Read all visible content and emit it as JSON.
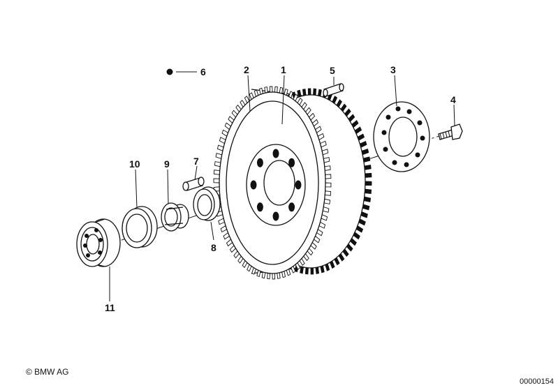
{
  "callouts": [
    {
      "id": "1",
      "text": "1"
    },
    {
      "id": "2",
      "text": "2"
    },
    {
      "id": "3",
      "text": "3"
    },
    {
      "id": "4",
      "text": "4"
    },
    {
      "id": "5",
      "text": "5"
    },
    {
      "id": "6",
      "text": "6"
    },
    {
      "id": "7",
      "text": "7"
    },
    {
      "id": "8",
      "text": "8"
    },
    {
      "id": "9",
      "text": "9"
    },
    {
      "id": "10",
      "text": "10"
    },
    {
      "id": "11",
      "text": "11"
    }
  ],
  "footer": {
    "copyright": "© BMW AG",
    "diagram_number": "00000154"
  }
}
